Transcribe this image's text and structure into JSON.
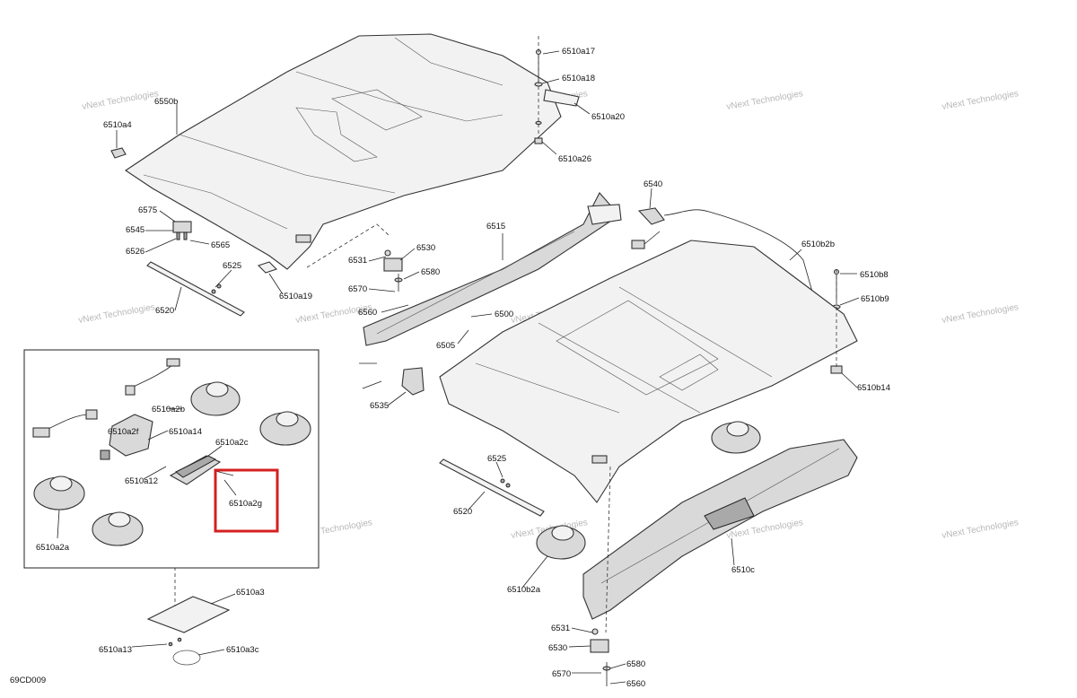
{
  "drawing_code": "69CD009",
  "watermark_text": "vNext Technologies",
  "highlight_color": "#d42020",
  "highlighted_part": "6510a2g",
  "labels": [
    "6510a17",
    "6510a18",
    "6510a20",
    "6510a26",
    "6550b",
    "6510a4",
    "6575",
    "6545",
    "6526",
    "6565",
    "6525",
    "6520",
    "6510a19",
    "6531",
    "6530",
    "6580",
    "6570",
    "6560",
    "6515",
    "6500",
    "6505",
    "6535",
    "6540",
    "6510b2b",
    "6510b8",
    "6510b9",
    "6510b14",
    "6510a2b",
    "6510a14",
    "6510a2f",
    "6510a2c",
    "6510a12",
    "6510a2g",
    "6510a2a",
    "6510a3",
    "6510a13",
    "6510a3c",
    "6525",
    "6520",
    "6510b2a",
    "6510c",
    "6531",
    "6530",
    "6580",
    "6570",
    "6560"
  ]
}
